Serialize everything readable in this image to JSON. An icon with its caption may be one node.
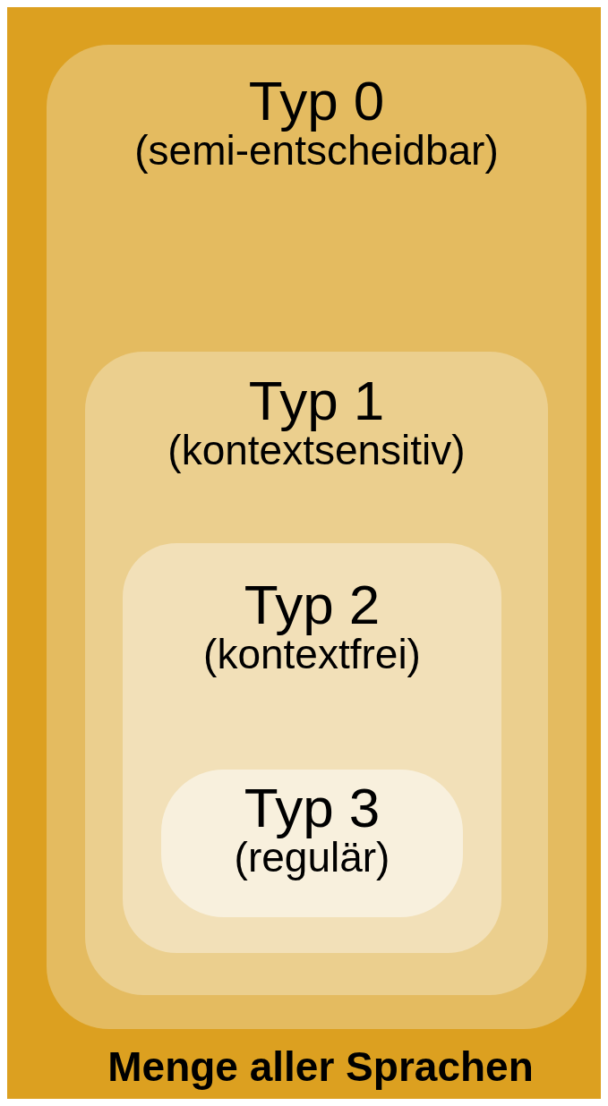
{
  "diagram": {
    "nodes": [
      {
        "text": [
          "Menge aller Sprachen"
        ]
      },
      {
        "text": [
          "Typ 0",
          "(semi-entscheidbar)"
        ],
        "in": 0
      },
      {
        "text": [
          "Typ 1",
          "(kontextsensitiv)"
        ],
        "in": 1
      },
      {
        "text": [
          "Typ 2",
          "(kontextfrei)"
        ],
        "in": 2
      },
      {
        "text": [
          "Typ 3",
          "(regulär)"
        ],
        "in": 3
      }
    ]
  }
}
